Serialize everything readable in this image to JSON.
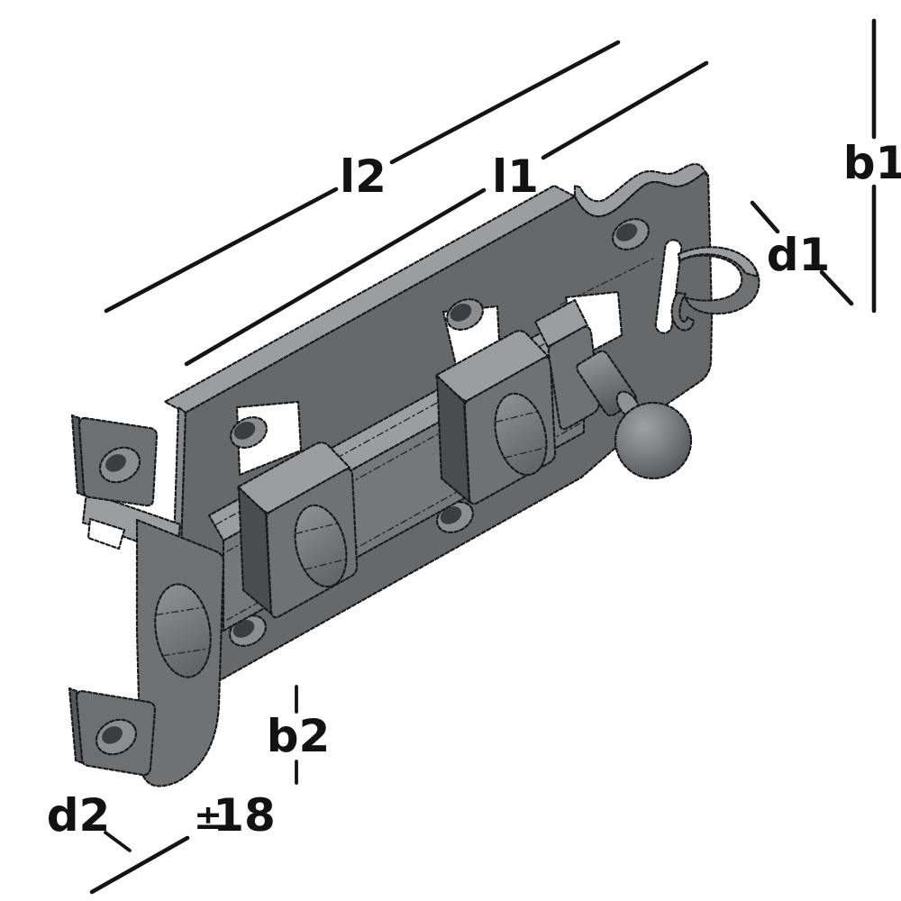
{
  "figure": {
    "kind": "isometric technical line drawing",
    "subject": "gate slide bolt (door bolt latch) with stamped staple guides, ball knob and keeper hook",
    "background": "#ffffff"
  },
  "dimension_labels": {
    "l2": "l2",
    "l1": "l1",
    "b1": "b1",
    "d1": "d1",
    "b2": "b2",
    "d2": "d2",
    "tolerance_symbol": "±",
    "tolerance_value": "18"
  },
  "colors": {
    "background": "#ffffff",
    "outline": "#1a1a1a",
    "dimension_line": "#141414",
    "plate_face": "#66686a",
    "raised_face": "#6f7173",
    "bolt_face": "#757779",
    "top_highlight": "#9b9da0",
    "dark_side": "#4a4c4f",
    "countersink": "#8b8d8f",
    "hole_inner": "#3b3d3f",
    "ball_light": "#9a9c9e",
    "ball_dark": "#4f5153"
  }
}
